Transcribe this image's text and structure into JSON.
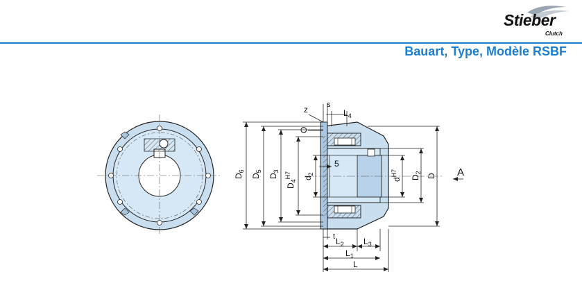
{
  "header": {
    "logo_word": "Stieber",
    "logo_sub": "Clutch",
    "title": "Bauart, Type, Modèle RSBF"
  },
  "dimensions": {
    "D6": "D",
    "D6_sub": "6",
    "D5": "D",
    "D5_sub": "5",
    "D3": "D",
    "D3_sub": "3",
    "D4": "D",
    "D4_sub": "4",
    "D4_tol": "H7",
    "d2_left": "d",
    "d2_left_sub": "2",
    "five": "5",
    "z": "z",
    "s": "s",
    "L4": "L",
    "L4_sub": "4",
    "O": "O",
    "t": "t",
    "L2": "L",
    "L2_sub": "2",
    "L3": "L",
    "L3_sub": "3",
    "L1": "L",
    "L1_sub": "1",
    "L": "L",
    "d_main": "d",
    "d_tol": "H7",
    "D2": "D",
    "D2_sub": "2",
    "D": "D",
    "A": "A"
  },
  "colors": {
    "accent": "#1a7fd0",
    "part_fill": "#c9dff0",
    "part_dark": "#a8c6e0"
  }
}
